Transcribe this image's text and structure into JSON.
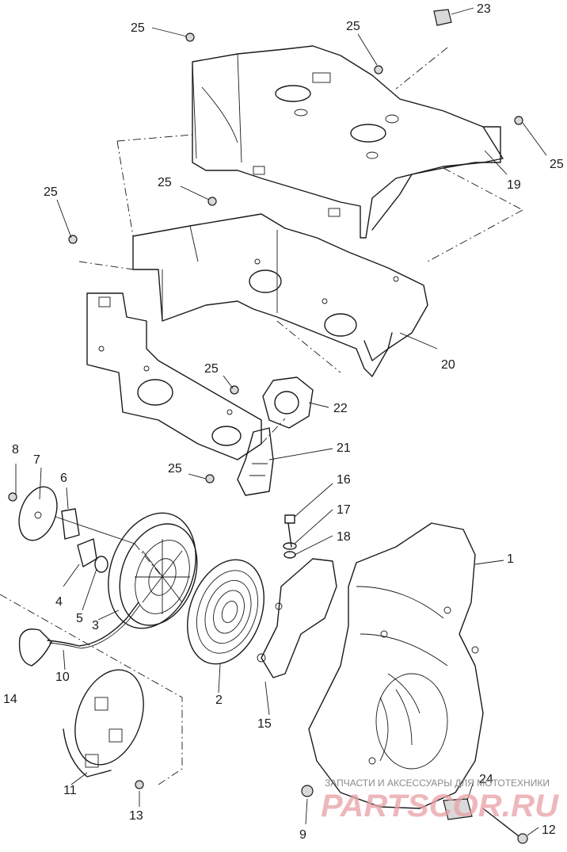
{
  "callouts": {
    "c1": "1",
    "c2": "2",
    "c3": "3",
    "c4": "4",
    "c5": "5",
    "c6": "6",
    "c7": "7",
    "c8": "8",
    "c9": "9",
    "c10": "10",
    "c11": "11",
    "c12": "12",
    "c13": "13",
    "c14": "14",
    "c15": "15",
    "c16": "16",
    "c17": "17",
    "c18": "18",
    "c19": "19",
    "c20": "20",
    "c21": "21",
    "c22": "22",
    "c23": "23",
    "c24": "24",
    "c25a": "25",
    "c25b": "25",
    "c25c": "25",
    "c25d": "25",
    "c25e": "25",
    "c25f": "25",
    "c25g": "25"
  },
  "watermark": {
    "caption": "ЗАПЧАСТИ И АКСЕССУАРЫ ДЛЯ МОТОТЕХНИКИ",
    "logo": "PARTSCOR.RU"
  }
}
